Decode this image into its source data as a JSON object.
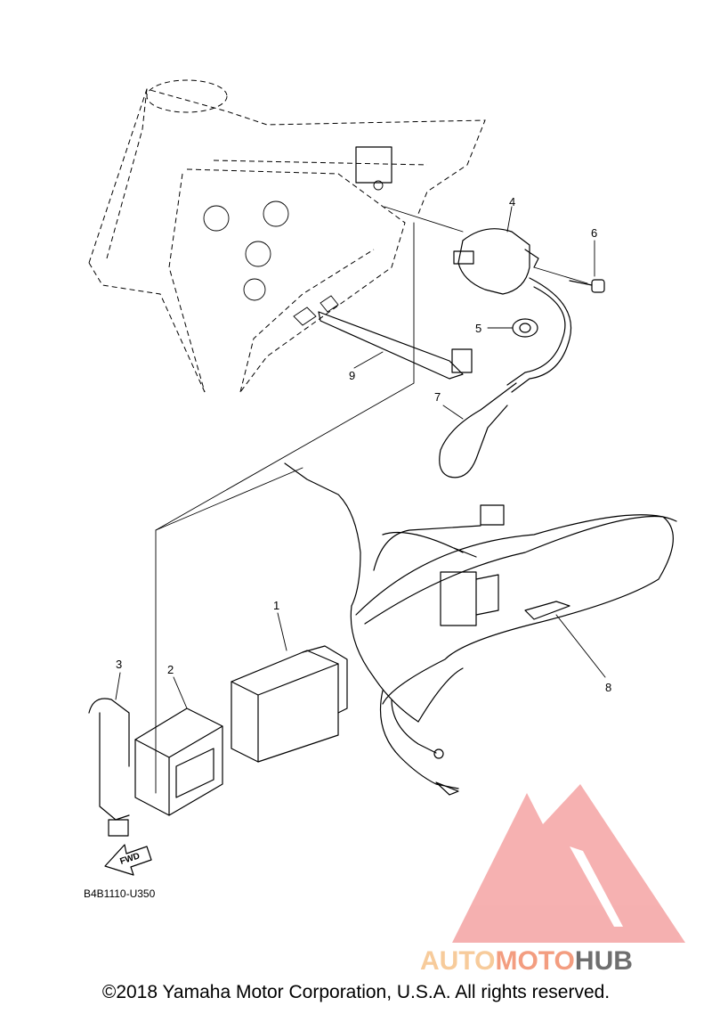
{
  "callouts": [
    "1",
    "2",
    "3",
    "4",
    "5",
    "6",
    "7",
    "8",
    "9"
  ],
  "arrow_label": "FWD",
  "diagram_code": "B4B1110-U350",
  "watermark": {
    "part1": "AUTO",
    "part2": "MOTO",
    "part3": "HUB",
    "color_light": "#f6c38a",
    "color_mid": "#f28c6a",
    "color_dark": "#555555",
    "triangle_color": "#f4a3a3"
  },
  "copyright": "©2018 Yamaha Motor Corporation, U.S.A. All rights reserved."
}
